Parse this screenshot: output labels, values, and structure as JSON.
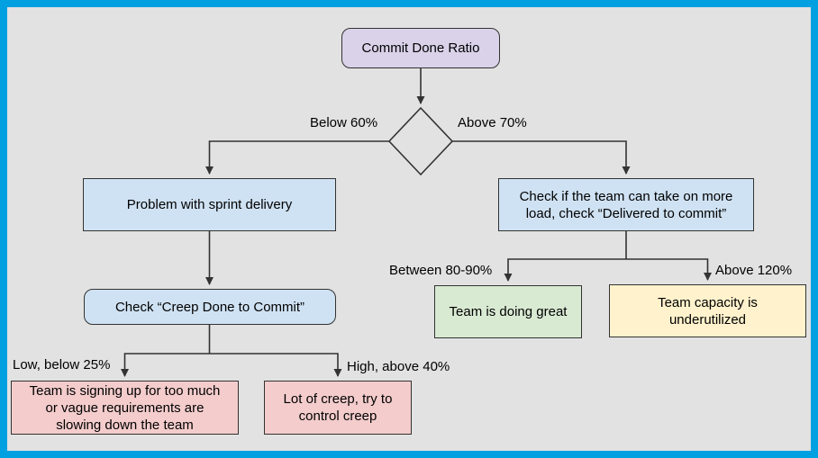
{
  "canvas": {
    "background": "#e2e2e2",
    "frame_color": "#00a0e1",
    "line_color": "#333333"
  },
  "nodes": {
    "commit_done_ratio": {
      "label": "Commit Done Ratio",
      "fill": "#d9d2e9",
      "shape": "rounded-rect"
    },
    "decision": {
      "fill": "#cfe2f3",
      "shape": "diamond"
    },
    "problem_sprint_delivery": {
      "label": "Problem with sprint delivery",
      "fill": "#cfe2f3",
      "shape": "rect"
    },
    "check_team_load": {
      "label": "Check if the team can take on more load, check “Delivered to commit”",
      "fill": "#cfe2f3",
      "shape": "rect"
    },
    "check_creep_done_to_commit": {
      "label": "Check “Creep Done to Commit”",
      "fill": "#cfe2f3",
      "shape": "rounded-rect"
    },
    "signing_up_too_much": {
      "label": "Team is signing up for too much or vague requirements are slowing down the team",
      "fill": "#f4cccc",
      "shape": "rect"
    },
    "lot_of_creep": {
      "label": "Lot of creep, try to control creep",
      "fill": "#f4cccc",
      "shape": "rect"
    },
    "team_doing_great": {
      "label": "Team is doing great",
      "fill": "#d9ead3",
      "shape": "rect"
    },
    "team_capacity_underutilized": {
      "label": "Team capacity is underutilized",
      "fill": "#fff2cc",
      "shape": "rect"
    }
  },
  "edge_labels": {
    "below_60": "Below 60%",
    "above_70": "Above 70%",
    "between_80_90": "Between 80-90%",
    "above_120": "Above 120%",
    "low_below_25": "Low, below 25%",
    "high_above_40": "High, above 40%"
  }
}
